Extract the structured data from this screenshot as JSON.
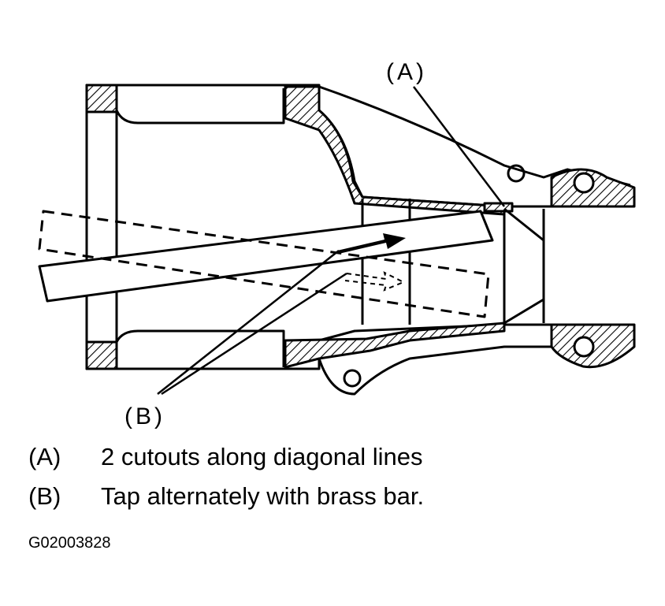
{
  "callouts": {
    "a": "(A)",
    "b": "(B)"
  },
  "legend": [
    {
      "key": "(A)",
      "text": "2 cutouts along diagonal lines"
    },
    {
      "key": "(B)",
      "text": "Tap alternately with brass bar."
    }
  ],
  "figure_code": "G02003828",
  "colors": {
    "ink": "#000000",
    "paper": "#ffffff"
  }
}
